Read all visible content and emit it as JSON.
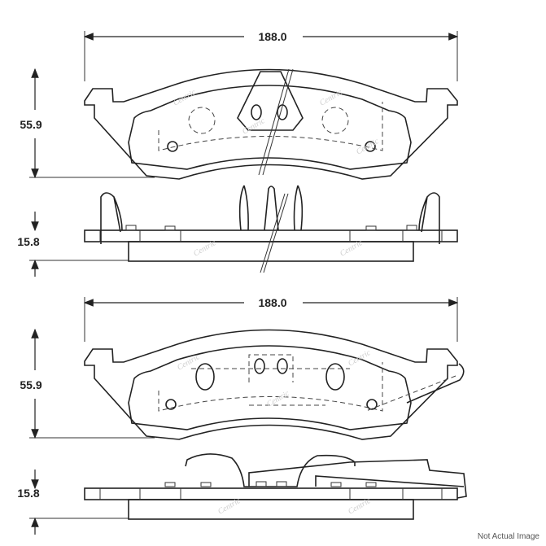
{
  "drawing": {
    "views": [
      {
        "name": "outer-pad",
        "width_dim": "188.0",
        "height_dim": "55.9",
        "thickness_dim": "15.8"
      },
      {
        "name": "inner-pad",
        "width_dim": "188.0",
        "height_dim": "55.9",
        "thickness_dim": "15.8"
      }
    ],
    "watermark": "Centric",
    "line_color": "#222222",
    "watermark_color": "#cfcfcf"
  },
  "footer": {
    "note": "Not Actual Image"
  }
}
